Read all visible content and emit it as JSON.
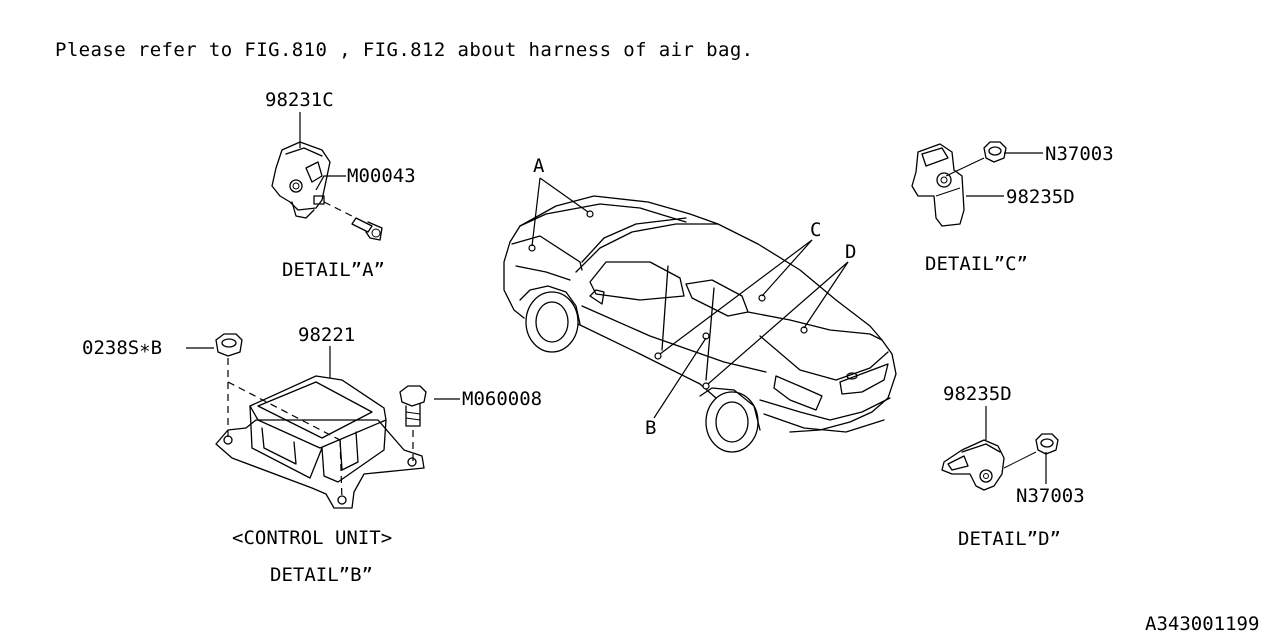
{
  "note": "Please refer to FIG.810 , FIG.812 about harness of air bag.",
  "drawing_id": "A343001199",
  "detail_a": {
    "title": "DETAIL”A”",
    "parts": [
      "98231C",
      "M00043"
    ]
  },
  "detail_b": {
    "subtitle": "<CONTROL UNIT>",
    "title": "DETAIL”B”",
    "parts": [
      "98221",
      "0238S∗B",
      "M060008"
    ]
  },
  "detail_c": {
    "title": "DETAIL”C”",
    "parts": [
      "N37003",
      "98235D"
    ]
  },
  "detail_d": {
    "title": "DETAIL”D”",
    "parts": [
      "98235D",
      "N37003"
    ]
  },
  "car_callouts": [
    "A",
    "B",
    "C",
    "D"
  ]
}
